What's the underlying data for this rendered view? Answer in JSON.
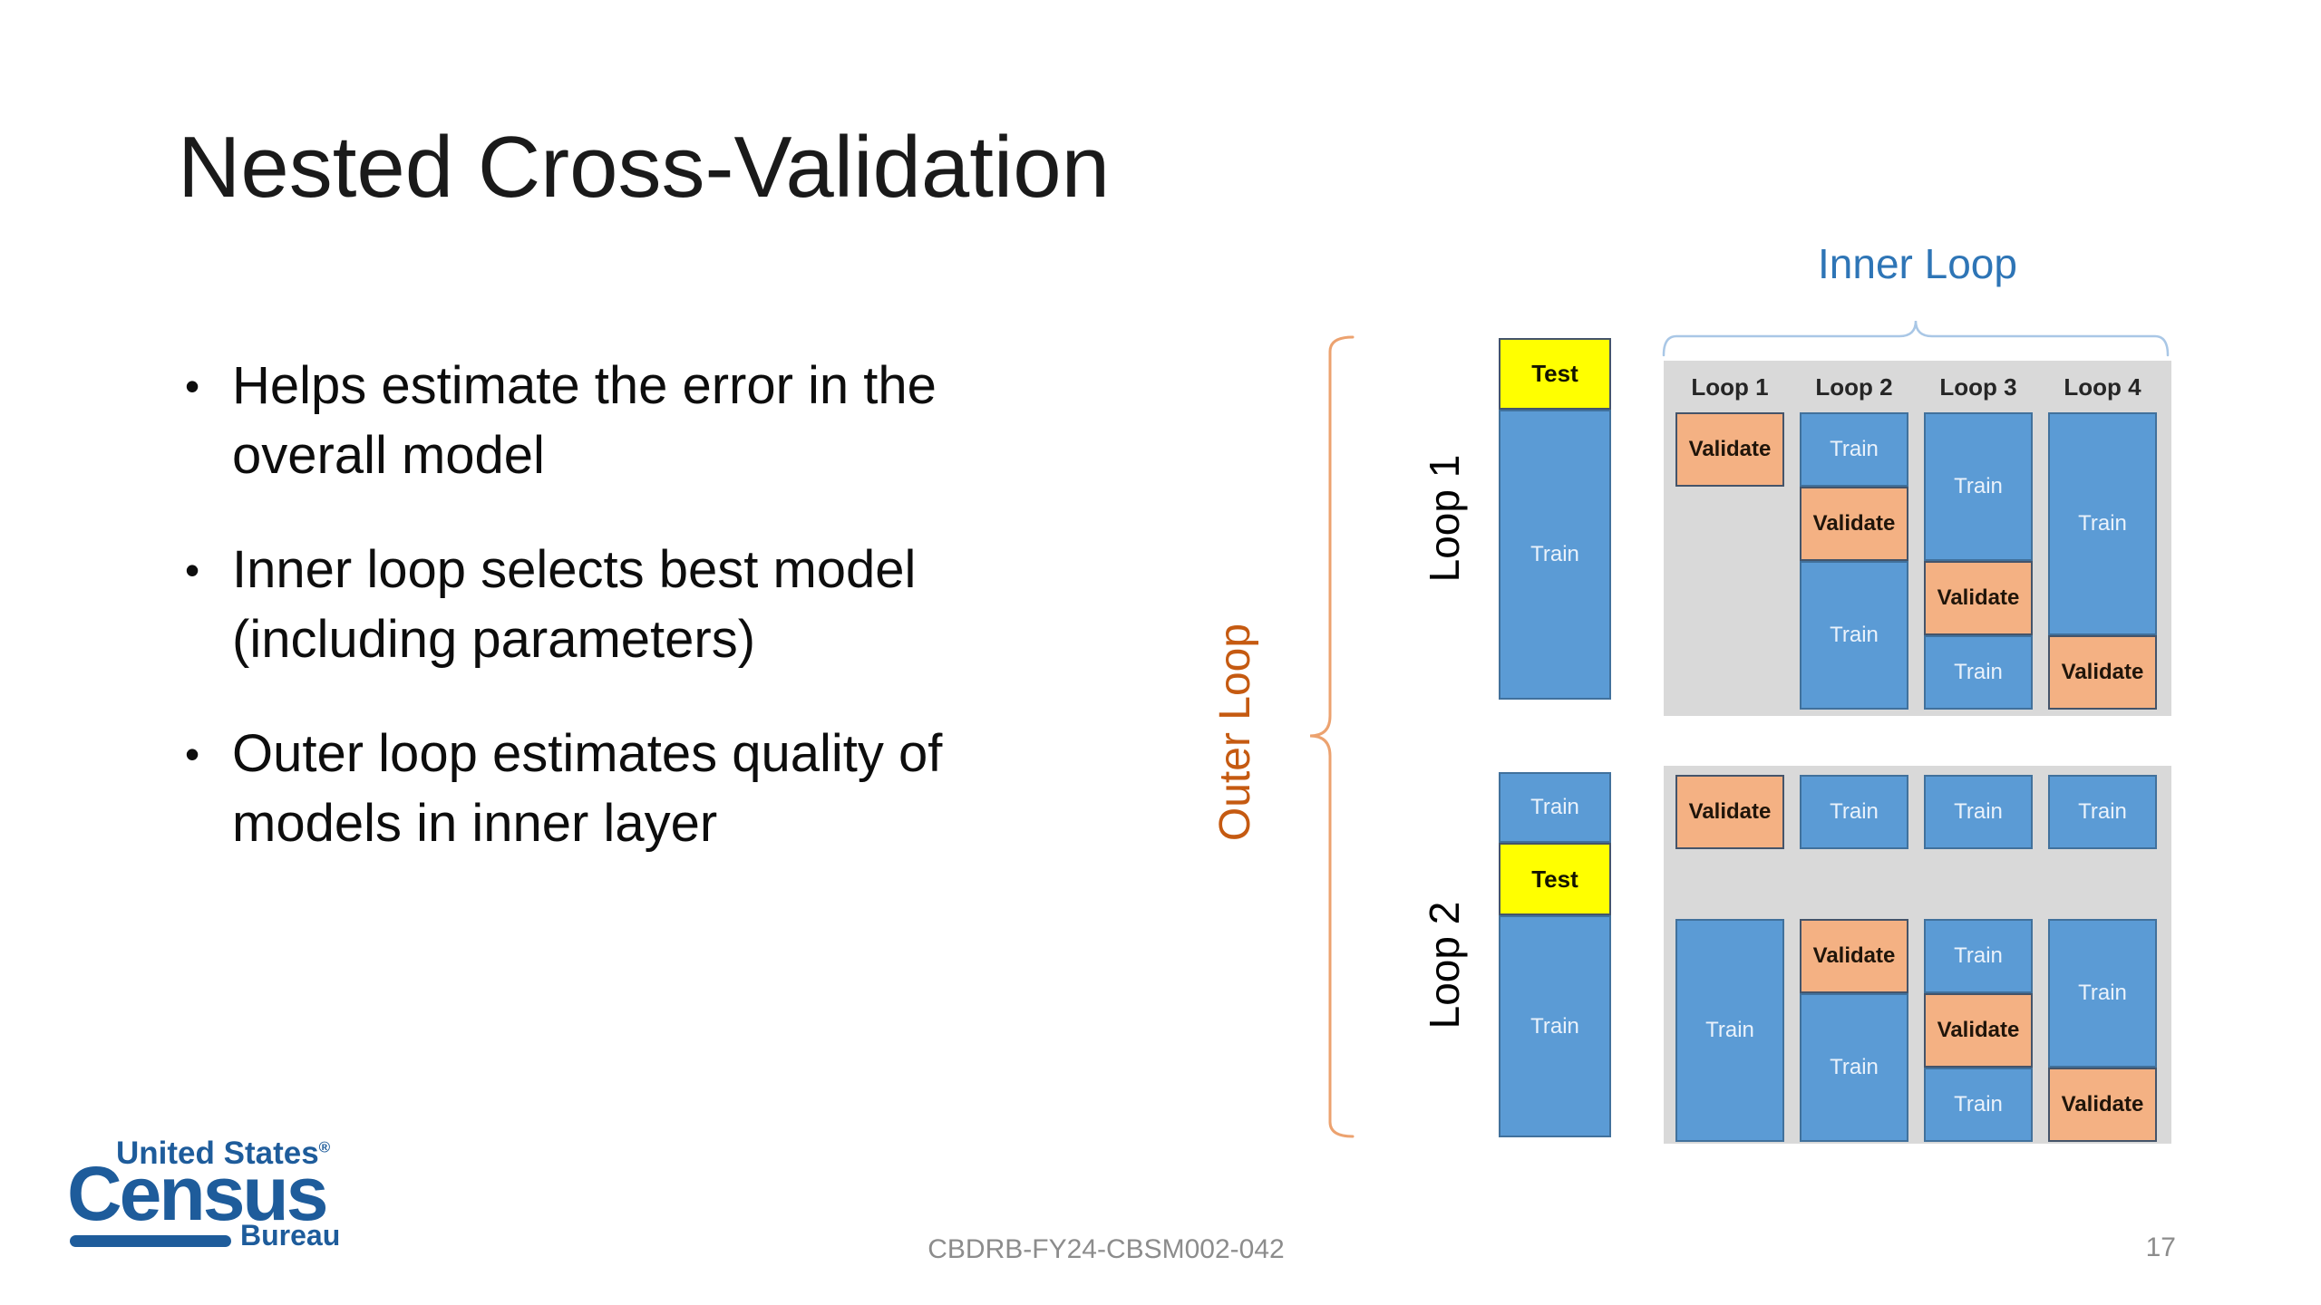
{
  "slide": {
    "title": "Nested Cross-Validation",
    "bullets": [
      "Helps estimate the error in the overall model",
      "Inner loop selects best model (including parameters)",
      "Outer loop estimates quality of models in inner layer"
    ],
    "footer": "CBDRB-FY24-CBSM002-042",
    "page_number": "17"
  },
  "logo": {
    "top": "United States",
    "reg": "®",
    "name": "Census",
    "bottom": "Bureau"
  },
  "diagram": {
    "inner_loop_title": "Inner Loop",
    "outer_loop_title": "Outer Loop",
    "colors": {
      "train": "#5B9BD5",
      "validate": "#F4B183",
      "test": "#FFFF00",
      "panel_gray": "#D9D9D9",
      "inner_label_blue": "#2E75B6",
      "outer_label_orange": "#C55A11",
      "census_blue": "#1E5C9B"
    },
    "loop1": {
      "label": "Loop 1",
      "outer_column": {
        "test": "Test",
        "train": "Train"
      },
      "headers": [
        "Loop 1",
        "Loop 2",
        "Loop 3",
        "Loop 4"
      ],
      "col1": [
        "Validate"
      ],
      "col2": [
        "Train",
        "Validate",
        "Train"
      ],
      "col3": [
        "Train",
        "Validate",
        "Train"
      ],
      "col4": [
        "Train",
        "Validate"
      ]
    },
    "loop2": {
      "label": "Loop 2",
      "outer_column": {
        "train_top": "Train",
        "test": "Test",
        "train_bottom": "Train"
      },
      "row_top": [
        "Validate",
        "Train",
        "Train",
        "Train"
      ],
      "col1": [
        "Train"
      ],
      "col2": [
        "Validate",
        "Train"
      ],
      "col3": [
        "Train",
        "Validate",
        "Train"
      ],
      "col4": [
        "Train",
        "Validate"
      ]
    }
  }
}
